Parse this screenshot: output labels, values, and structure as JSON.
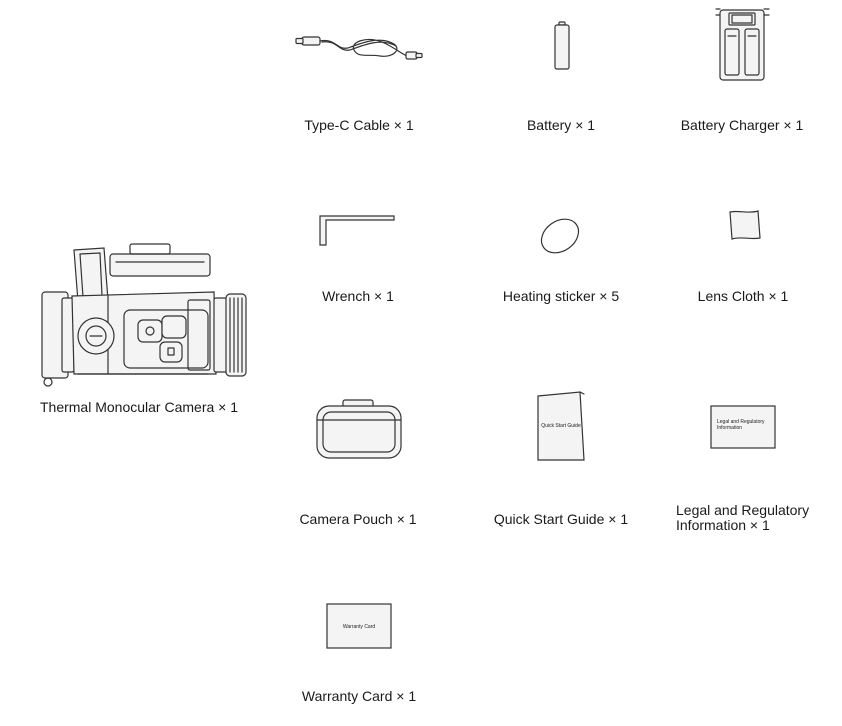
{
  "items": [
    {
      "id": "camera",
      "label": "Thermal Monocular Camera × 1"
    },
    {
      "id": "cable",
      "label": "Type-C Cable × 1"
    },
    {
      "id": "battery",
      "label": "Battery × 1"
    },
    {
      "id": "charger",
      "label": "Battery Charger × 1"
    },
    {
      "id": "wrench",
      "label": "Wrench × 1"
    },
    {
      "id": "sticker",
      "label": "Heating sticker × 5"
    },
    {
      "id": "cloth",
      "label": "Lens Cloth × 1"
    },
    {
      "id": "pouch",
      "label": "Camera Pouch × 1"
    },
    {
      "id": "guide",
      "label": "Quick Start Guide × 1"
    },
    {
      "id": "legal",
      "label_line1": "Legal and Regulatory",
      "label_line2": "Information × 1"
    },
    {
      "id": "warranty",
      "label": "Warranty Card × 1"
    }
  ],
  "printed": {
    "guide_cover": "Quick Start Guide",
    "legal_cover_line1": "Legal and Regulatory",
    "legal_cover_line2": "Information",
    "warranty_cover": "Warranty Card"
  }
}
